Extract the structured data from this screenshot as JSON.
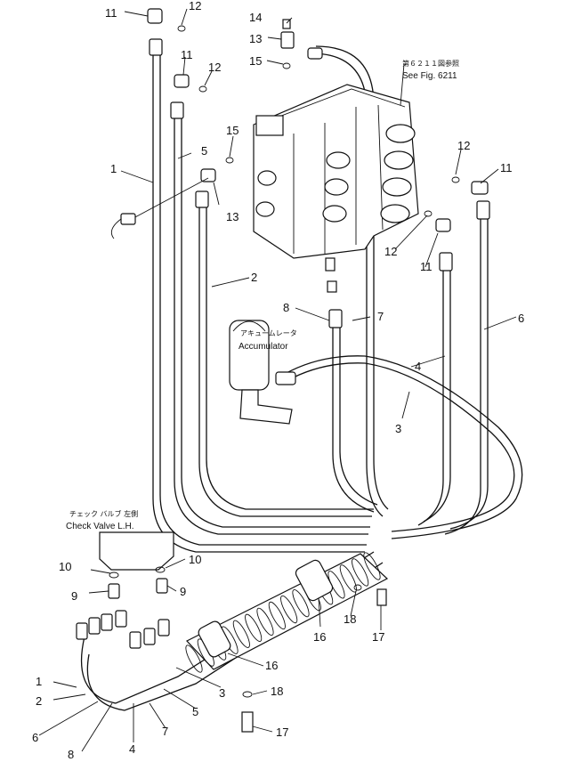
{
  "callouts": {
    "c1a": "1",
    "c1b": "1",
    "c2a": "2",
    "c2b": "2",
    "c3a": "3",
    "c3b": "3",
    "c4a": "4",
    "c4b": "4",
    "c5a": "5",
    "c5b": "5",
    "c6a": "6",
    "c6b": "6",
    "c7a": "7",
    "c7b": "7",
    "c8a": "8",
    "c8b": "8",
    "c9a": "9",
    "c9b": "9",
    "c10a": "10",
    "c10b": "10",
    "c11a": "11",
    "c11b": "11",
    "c11c": "11",
    "c11d": "11",
    "c12a": "12",
    "c12b": "12",
    "c12c": "12",
    "c12d": "12",
    "c13a": "13",
    "c13b": "13",
    "c14": "14",
    "c15a": "15",
    "c15b": "15",
    "c16a": "16",
    "c16b": "16",
    "c17a": "17",
    "c17b": "17",
    "c18a": "18",
    "c18b": "18"
  },
  "notes": {
    "see_fig_jp": "第６２１１図参照",
    "see_fig": "See Fig. 6211",
    "accumulator_jp": "アキュームレータ",
    "accumulator": "Accumulator",
    "check_valve_jp": "チェック バルブ 左側",
    "check_valve": "Check Valve L.H."
  }
}
